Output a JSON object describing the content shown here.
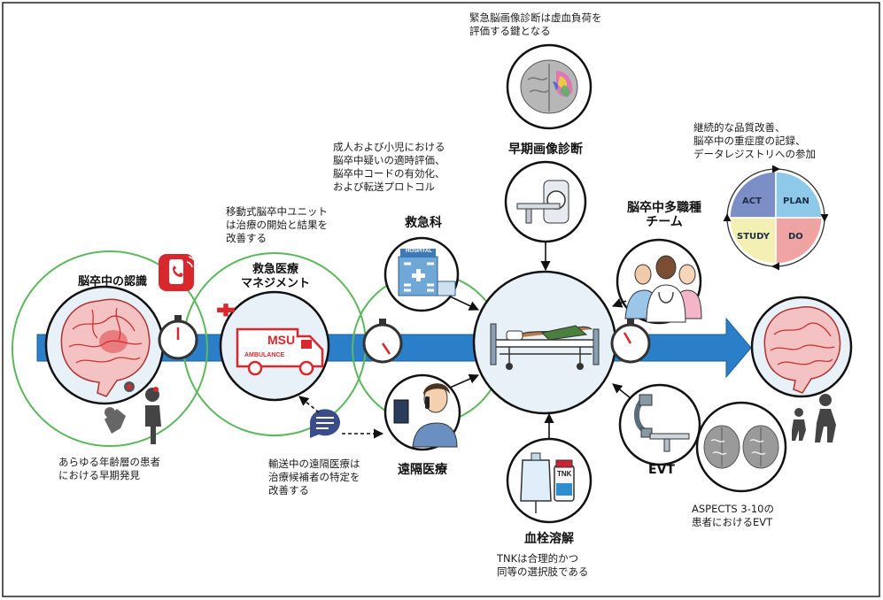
{
  "stages": {
    "recognition": {
      "title": "脳卒中の認識",
      "caption": "あらゆる年齢層の患者\nにおける早期発見"
    },
    "ems": {
      "title": "救急医療\nマネジメント",
      "caption": "移動式脳卒中ユニット\nは治療の開始と結果を\n改善する",
      "ambulance_text": "MSU",
      "ambulance_subtext": "AMBULANCE"
    },
    "ed": {
      "title": "救急科",
      "caption": "成人および小児における\n脳卒中疑いの適時評価、\n脳卒中コードの有効化、\nおよび転送プロトコル",
      "hospital_sign": "HOSPITAL"
    },
    "telemedicine": {
      "title": "遠隔医療",
      "caption": "輸送中の遠隔医療は\n治療候補者の特定を\n改善する"
    },
    "imaging": {
      "title": "早期画像診断",
      "caption": "緊急脳画像診断は虚血負荷を\n評価する鍵となる"
    },
    "team": {
      "title": "脳卒中多職種\nチーム"
    },
    "thrombolysis": {
      "title": "血栓溶解",
      "caption": "TNKは合理的かつ\n同等の選択肢である",
      "vial_label": "TNK"
    },
    "evt": {
      "title": "EVT",
      "caption": "ASPECTS 3-10の\n患者におけるEVT"
    },
    "quality": {
      "caption": "継続的な品質改善、\n脳卒中の重症度の記録、\nデータレジストリへの参加",
      "pdca": [
        "ACT",
        "PLAN",
        "STUDY",
        "DO"
      ]
    }
  },
  "colors": {
    "arrow": "#2b7fc9",
    "ring": "#5cb85c",
    "circle_fill": "#e8f1f8",
    "act": "#7b8fc6",
    "plan": "#8fc9ea",
    "study": "#f4efb3",
    "do": "#f0a3a3",
    "alert_red": "#d9272e"
  }
}
